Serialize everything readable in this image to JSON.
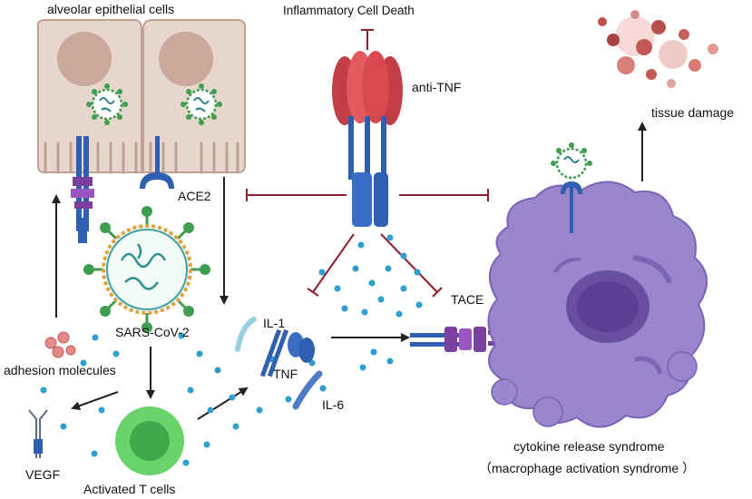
{
  "labels": {
    "alveolar_epithelial_cells": "alveolar epithelial cells",
    "inflammatory_cell_death": "Inflammatory Cell Death",
    "anti_tnf": "anti-TNF",
    "tissue_damage": "tissue damage",
    "ace2": "ACE2",
    "sars_cov_2": "SARS-CoV-2",
    "il_1": "IL-1",
    "tnf": "TNF",
    "il_6": "IL-6",
    "tace": "TACE",
    "adhesion_molecules": "adhesion molecules",
    "vegf": "VEGF",
    "activated_t_cells": "Activated T cells",
    "cytokine_release_syndrome": "cytokine  release syndrome",
    "macrophage_activation_syndrome": "（macrophage activation syndrome ）"
  },
  "colors": {
    "epithelial_fill": "#e7d6cc",
    "epithelial_stroke": "#bfa294",
    "nucleus": "#c6a093",
    "antibody_red": "#d94a4f",
    "antibody_blue": "#2e5fb0",
    "inhibit_line": "#8c1f2a",
    "virus_green": "#3f9d4f",
    "macrophage": "#9a86cc",
    "macrophage_dark": "#7a64b5",
    "t_cell": "#6ad36a",
    "cytokine_dot": "#2e9fd0",
    "receptor_purple": "#7b3fa0",
    "arrow": "#222222"
  }
}
